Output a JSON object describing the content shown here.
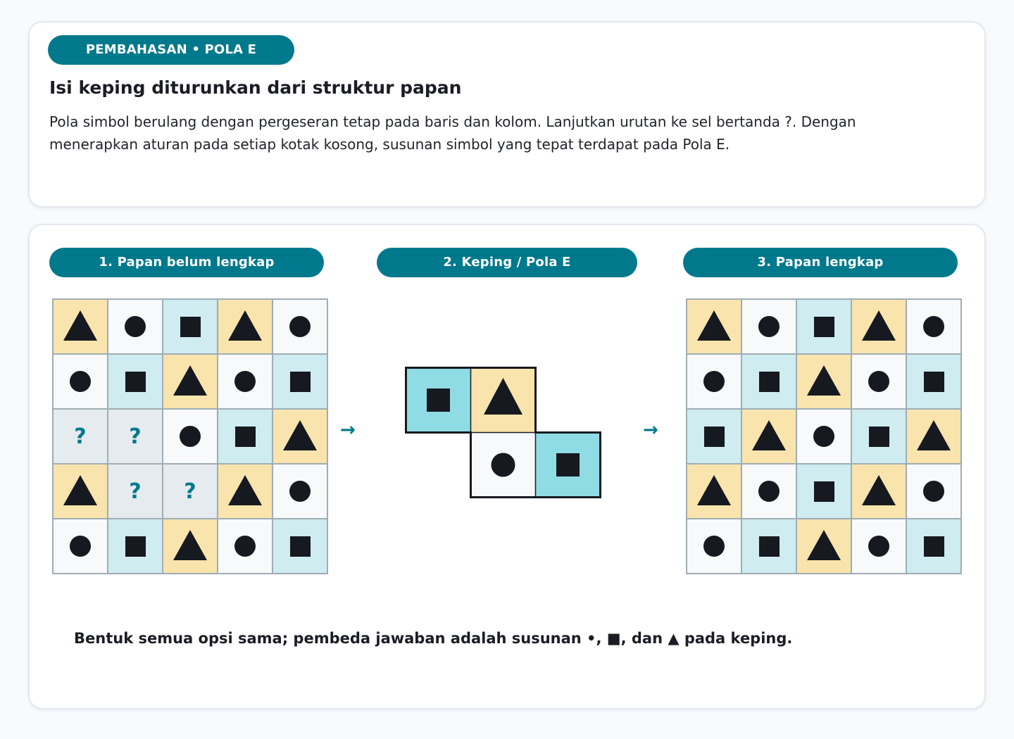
{
  "header": {
    "badge": "PEMBAHASAN • POLA E",
    "title": "Isi keping diturunkan dari struktur papan",
    "description": "Pola simbol berulang dengan pergeseran tetap pada baris dan kolom. Lanjutkan urutan ke sel bertanda ?. Dengan menerapkan aturan pada setiap kotak kosong, susunan simbol yang tepat terdapat pada Pola E."
  },
  "steps": [
    {
      "label": "1. Papan belum lengkap"
    },
    {
      "label": "2. Keping / Pola E"
    },
    {
      "label": "3. Papan lengkap"
    }
  ],
  "arrow_glyph": "→",
  "question_mark": "?",
  "symbols": {
    "triangle": "triangle-icon",
    "circle": "circle-icon",
    "square": "square-icon"
  },
  "colors": {
    "accent": "#00798c",
    "triangle_cell": "#f8e4ac",
    "circle_cell": "#f7f9fb",
    "square_cell": "#cfecf0",
    "unknown_cell": "#e5ebee",
    "piece_square_cell": "#8fdce5"
  },
  "incomplete_board": [
    [
      "T",
      "C",
      "S",
      "T",
      "C"
    ],
    [
      "C",
      "S",
      "T",
      "C",
      "S"
    ],
    [
      "?",
      "?",
      "C",
      "S",
      "T"
    ],
    [
      "T",
      "?",
      "?",
      "T",
      "C"
    ],
    [
      "C",
      "S",
      "T",
      "C",
      "S"
    ]
  ],
  "complete_board": [
    [
      "T",
      "C",
      "S",
      "T",
      "C"
    ],
    [
      "C",
      "S",
      "T",
      "C",
      "S"
    ],
    [
      "S",
      "T",
      "C",
      "S",
      "T"
    ],
    [
      "T",
      "C",
      "S",
      "T",
      "C"
    ],
    [
      "C",
      "S",
      "T",
      "C",
      "S"
    ]
  ],
  "piece": [
    [
      "S",
      "T",
      ""
    ],
    [
      "",
      "C",
      "S"
    ]
  ],
  "footer": {
    "note": "Bentuk semua opsi sama; pembeda jawaban adalah susunan •, ■, dan ▲ pada keping."
  }
}
